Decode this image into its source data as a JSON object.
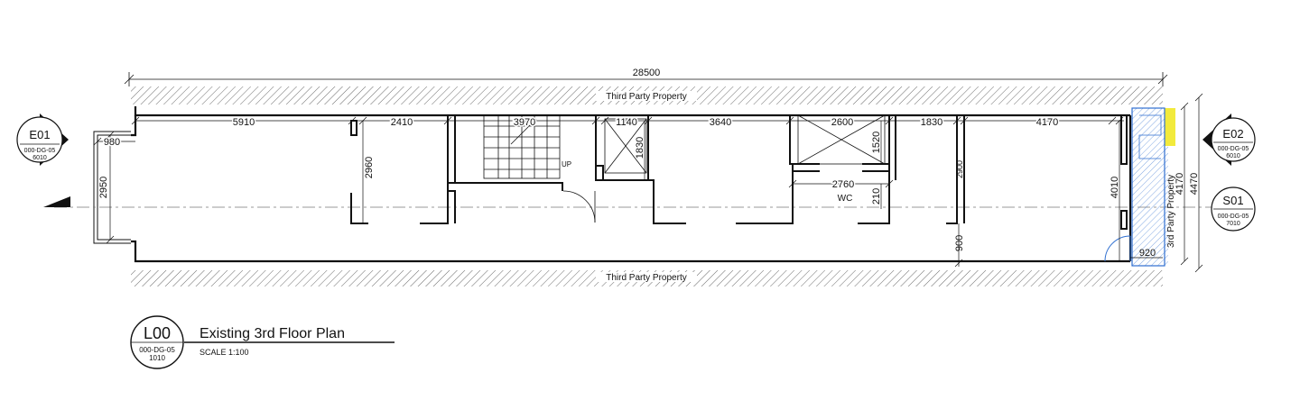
{
  "overall_dim": "28500",
  "boundary": {
    "top_label": "Third Party Property",
    "bottom_label": "Third Party Property",
    "right_label": "3rd Party Property"
  },
  "dims": {
    "d5910": "5910",
    "d2410": "2410",
    "d3970": "3970",
    "d1140": "1140",
    "d3640": "3640",
    "d2600": "2600",
    "d1830a": "1830",
    "d4170a": "4170",
    "d980": "980",
    "d2950": "2950",
    "d2960": "2960",
    "d1830b": "1830",
    "d1520": "1520",
    "d2760": "2760",
    "d210": "210",
    "d2900": "2900",
    "d900": "900",
    "d4010": "4010",
    "d920": "920",
    "d4170b": "4170",
    "d4470": "4470"
  },
  "labels": {
    "up": "UP",
    "wc": "WC"
  },
  "markers": {
    "e01": {
      "tag": "E01",
      "ref1": "000-DG-05",
      "ref2": "6010"
    },
    "e02": {
      "tag": "E02",
      "ref1": "000-DG-05",
      "ref2": "6010"
    },
    "s01": {
      "tag": "S01",
      "ref1": "000-DG-05",
      "ref2": "7010"
    }
  },
  "title_block": {
    "tag": "L00",
    "ref1": "000-DG-05",
    "ref2": "1010",
    "title": "Existing 3rd Floor Plan",
    "scale": "SCALE 1:100"
  },
  "colors": {
    "line": "#111111",
    "hatch": "#6b6b6b",
    "stair_blue": "#2f6fd0",
    "highlight_yellow": "#f2ea3c"
  }
}
